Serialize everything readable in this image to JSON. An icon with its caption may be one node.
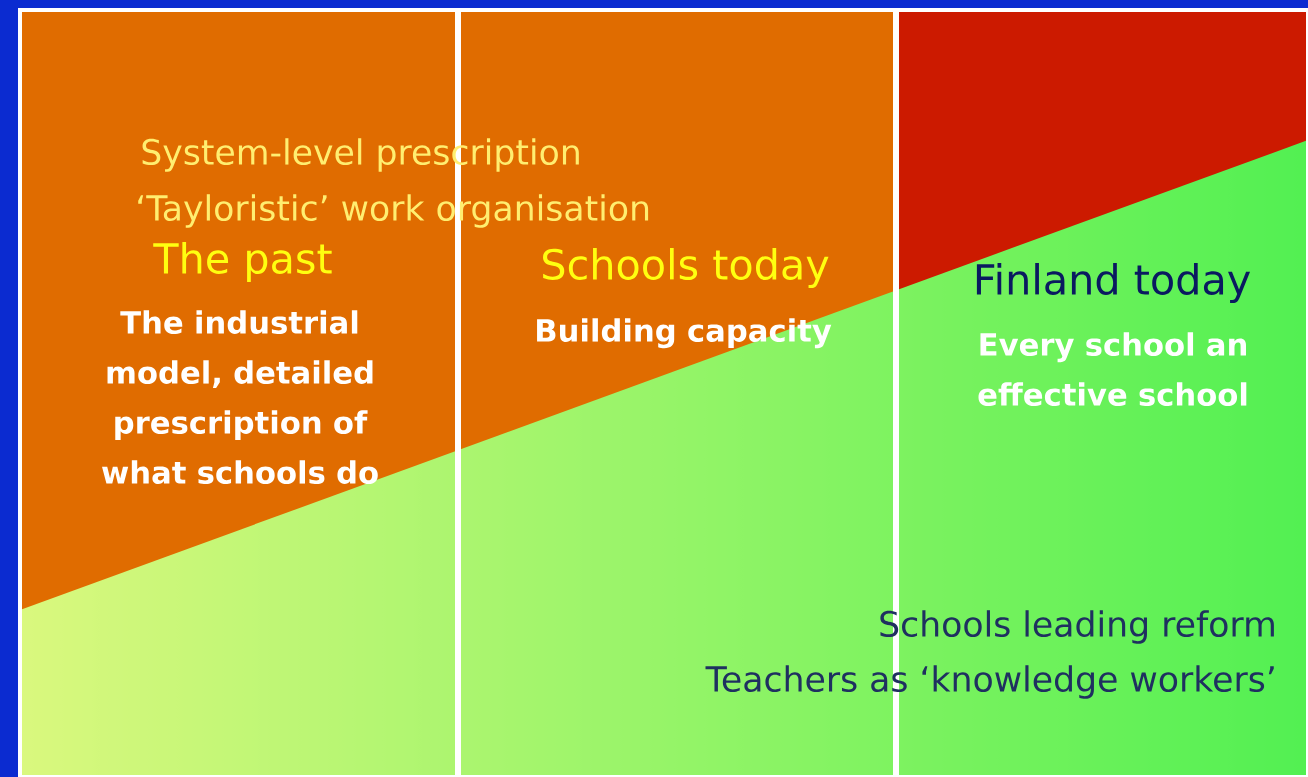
{
  "diagram": {
    "nodes": [
      {
        "text": [
          "The past",
          "The industrial model, detailed prescription of what schools do"
        ]
      },
      {
        "text": [
          "Schools today",
          "Building capacity"
        ]
      },
      {
        "text": [
          "Finland today",
          "Every school an effective school"
        ]
      }
    ],
    "labels": [
      "System-level prescription",
      "‘Tayloristic’ work organisation",
      "Schools leading reform",
      "Teachers as ‘knowledge workers’"
    ]
  }
}
